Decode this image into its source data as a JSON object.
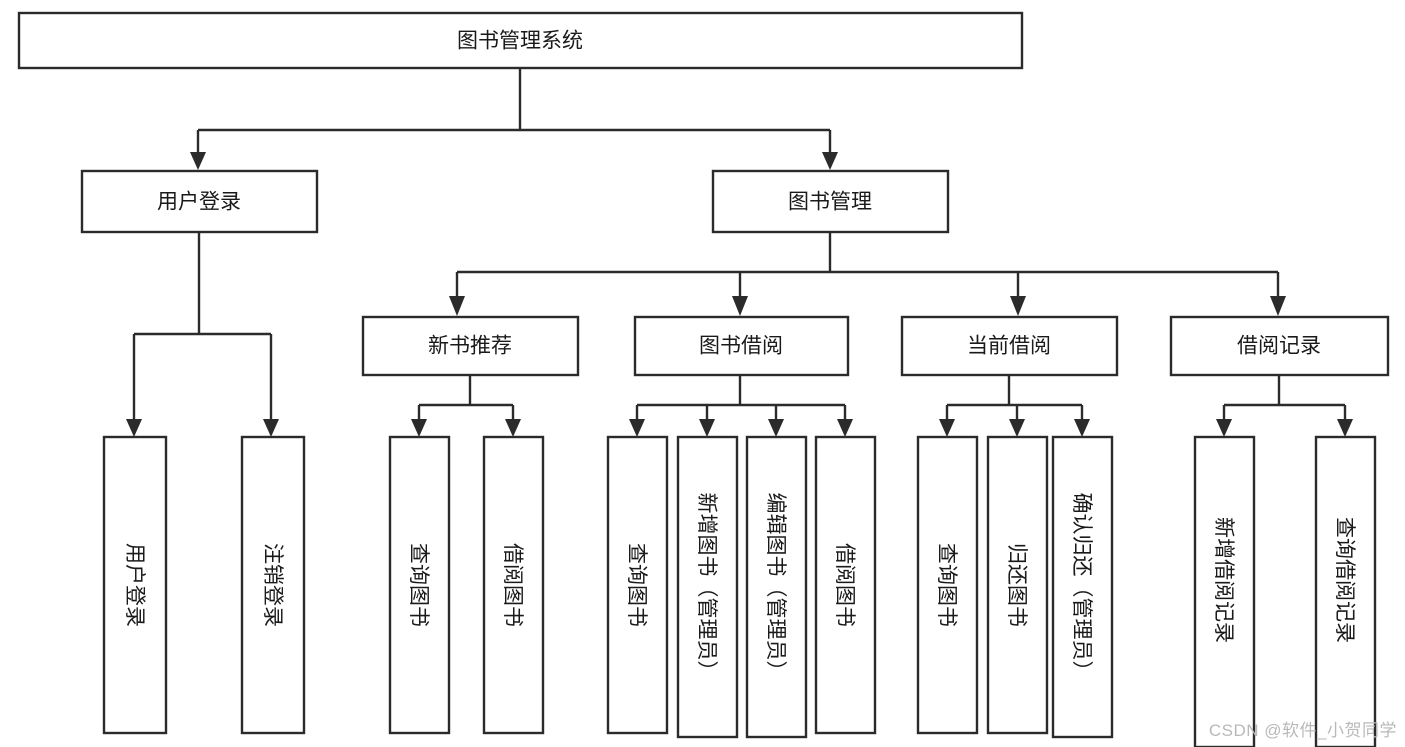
{
  "diagram": {
    "title": "图书管理系统",
    "type": "tree",
    "watermark": "CSDN @软件_小贺同学",
    "colors": {
      "stroke": "#2b2b2b",
      "fill": "#ffffff",
      "text": "#1a1a1a",
      "watermark": "#b9b9b9",
      "background": "#ffffff"
    },
    "levels": [
      {
        "level": 1,
        "nodes": [
          {
            "id": "root",
            "label": "图书管理系统",
            "orientation": "horizontal"
          }
        ]
      },
      {
        "level": 2,
        "nodes": [
          {
            "id": "user-login",
            "label": "用户登录",
            "parent": "root",
            "orientation": "horizontal"
          },
          {
            "id": "book-manage",
            "label": "图书管理",
            "parent": "root",
            "orientation": "horizontal"
          }
        ]
      },
      {
        "level": 3,
        "nodes": [
          {
            "id": "new-book-rec",
            "label": "新书推荐",
            "parent": "book-manage",
            "orientation": "horizontal"
          },
          {
            "id": "book-borrow",
            "label": "图书借阅",
            "parent": "book-manage",
            "orientation": "horizontal"
          },
          {
            "id": "current-borrow",
            "label": "当前借阅",
            "parent": "book-manage",
            "orientation": "horizontal"
          },
          {
            "id": "borrow-record",
            "label": "借阅记录",
            "parent": "book-manage",
            "orientation": "horizontal"
          }
        ]
      },
      {
        "level": 4,
        "nodes": [
          {
            "id": "leaf-1",
            "label": "用户登录",
            "parent": "user-login",
            "orientation": "vertical"
          },
          {
            "id": "leaf-2",
            "label": "注销登录",
            "parent": "user-login",
            "orientation": "vertical"
          },
          {
            "id": "leaf-3",
            "label": "查询图书",
            "parent": "new-book-rec",
            "orientation": "vertical"
          },
          {
            "id": "leaf-4",
            "label": "借阅图书",
            "parent": "new-book-rec",
            "orientation": "vertical"
          },
          {
            "id": "leaf-5",
            "label": "查询图书",
            "parent": "book-borrow",
            "orientation": "vertical"
          },
          {
            "id": "leaf-6",
            "label": "新增图书（管理员）",
            "parent": "book-borrow",
            "orientation": "vertical"
          },
          {
            "id": "leaf-7",
            "label": "编辑图书（管理员）",
            "parent": "book-borrow",
            "orientation": "vertical"
          },
          {
            "id": "leaf-8",
            "label": "借阅图书",
            "parent": "book-borrow",
            "orientation": "vertical"
          },
          {
            "id": "leaf-9",
            "label": "查询图书",
            "parent": "current-borrow",
            "orientation": "vertical"
          },
          {
            "id": "leaf-10",
            "label": "归还图书",
            "parent": "current-borrow",
            "orientation": "vertical"
          },
          {
            "id": "leaf-11",
            "label": "确认归还（管理员）",
            "parent": "current-borrow",
            "orientation": "vertical"
          },
          {
            "id": "leaf-12",
            "label": "新增借阅记录",
            "parent": "borrow-record",
            "orientation": "vertical"
          },
          {
            "id": "leaf-13",
            "label": "查询借阅记录",
            "parent": "borrow-record",
            "orientation": "vertical"
          }
        ]
      }
    ]
  }
}
